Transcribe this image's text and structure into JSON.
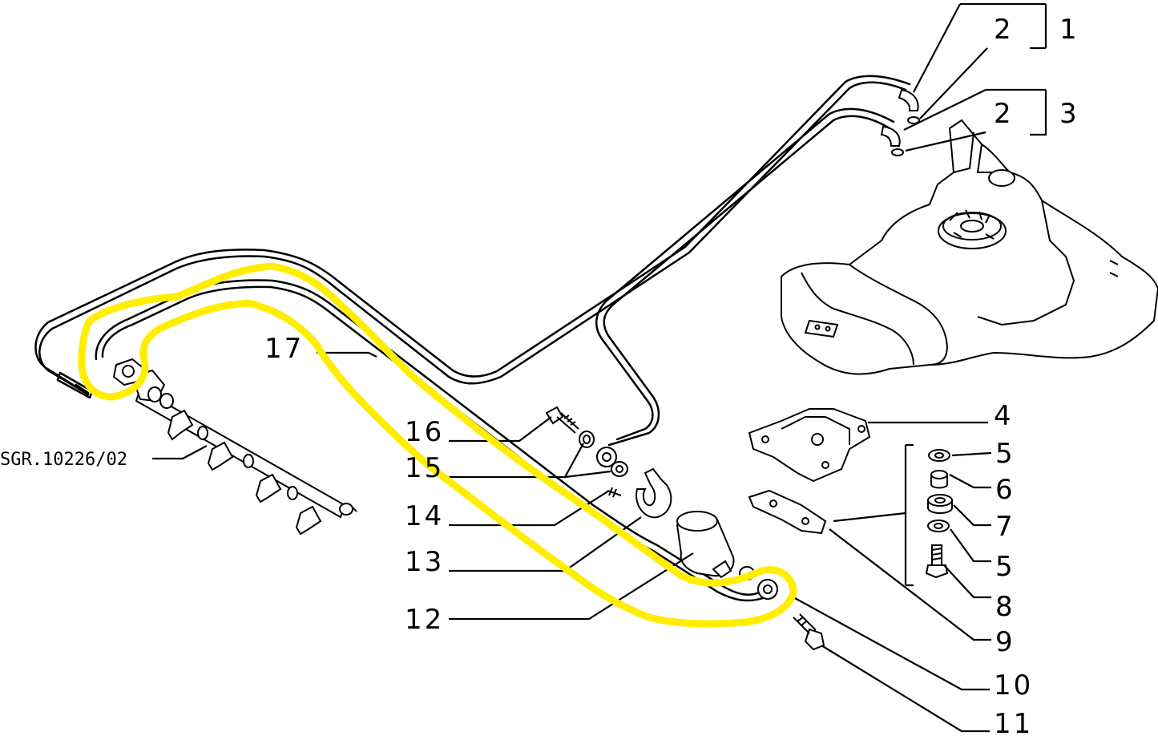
{
  "diagram": {
    "drawing_code": "SGR.10226/02",
    "highlight_color": "#ffee00",
    "callouts": [
      {
        "id": "1",
        "text": "1"
      },
      {
        "id": "2a",
        "text": "2"
      },
      {
        "id": "2b",
        "text": "2"
      },
      {
        "id": "3",
        "text": "3"
      },
      {
        "id": "4",
        "text": "4"
      },
      {
        "id": "5a",
        "text": "5"
      },
      {
        "id": "6",
        "text": "6"
      },
      {
        "id": "7",
        "text": "7"
      },
      {
        "id": "5b",
        "text": "5"
      },
      {
        "id": "8",
        "text": "8"
      },
      {
        "id": "9",
        "text": "9"
      },
      {
        "id": "10",
        "text": "10"
      },
      {
        "id": "11",
        "text": "11"
      },
      {
        "id": "12",
        "text": "12"
      },
      {
        "id": "13",
        "text": "13"
      },
      {
        "id": "14",
        "text": "14"
      },
      {
        "id": "15",
        "text": "15"
      },
      {
        "id": "16",
        "text": "16"
      },
      {
        "id": "17",
        "text": "17"
      }
    ]
  }
}
